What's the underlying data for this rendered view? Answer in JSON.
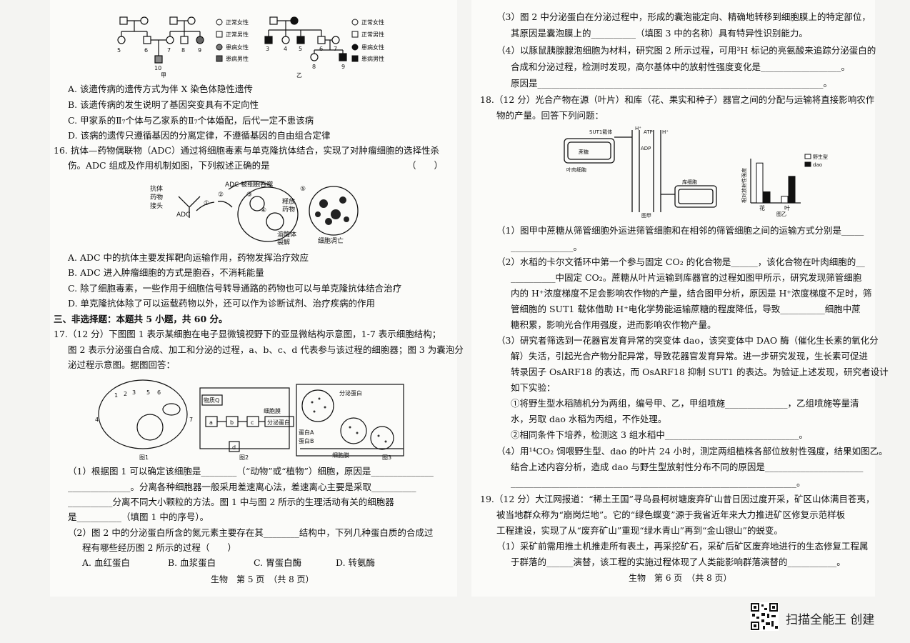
{
  "left": {
    "pedigree": {
      "legend_jia": [
        "正常女性",
        "正常男性",
        "患病女性",
        "患病男性"
      ],
      "legend_yi": [
        "正常女性",
        "正常男性",
        "患病女性",
        "患病男性"
      ],
      "caption_jia": "甲",
      "caption_yi": "乙",
      "numbers_jia": [
        "5",
        "6",
        "7",
        "8",
        "9",
        "10"
      ],
      "numbers_yi": [
        "3",
        "4",
        "5",
        "6",
        "7",
        "8",
        "9"
      ]
    },
    "q15_options": [
      "A. 该遗传病的遗传方式为伴 X 染色体隐性遗传",
      "B. 该遗传病的发生说明了基因突变具有不定向性",
      "C. 甲家系的Ⅱ₇个体与乙家系的Ⅱ₇个体婚配，后代一定不患该病",
      "D. 该病的遗传只遵循基因的分离定律，不遵循基因的自由组合定律"
    ],
    "q16_stem_1": "16. 抗体—药物偶联物（ADC）通过将细胞毒素与单克隆抗体结合，实现了对肿瘤细胞的选择性杀",
    "q16_stem_2": "伤。ADC 组成及作用机制如图，下列叙述正确的是",
    "q16_bracket": "（　　）",
    "adc_labels": {
      "antibody": "抗体",
      "drug": "药物",
      "linker": "接头",
      "adc": "ADC",
      "engulf": "ADC 被细胞吞噬",
      "release_1": "释放",
      "release_2": "药物",
      "lysosome_1": "溶酶体",
      "lysosome_2": "裂解",
      "apoptosis": "细胞凋亡",
      "step1": "①",
      "step2": "②",
      "step3": "③",
      "step4": "④",
      "step5": "⑤"
    },
    "q16_options": [
      "A. ADC 中的抗体主要发挥靶向运输作用，药物发挥治疗效应",
      "B. ADC 进入肿瘤细胞的方式是胞吞，不消耗能量",
      "C. 除了细胞毒素，一些作用于细胞信号转导通路的药物也可以与单克隆抗体结合治疗",
      "D. 单克隆抗体除了可以运载药物以外，还可以作为诊断试剂、治疗疾病的作用"
    ],
    "section3": "三、非选择题：本题共 5 小题，共 60 分。",
    "q17_stem": [
      "17.（12 分）下图图 1 表示某细胞在电子显微镜视野下的亚显微结构示意图，1-7 表示细胞结构；",
      "图 2 表示分泌蛋白合成、加工和分泌的过程，a、b、c、d 代表参与该过程的细胞器；图 3 为囊泡分",
      "泌过程示意图。据图回答："
    ],
    "fig17": {
      "cap1": "图1",
      "cap2": "图2",
      "cap3": "图3",
      "nums": [
        "1",
        "2",
        "3",
        "4",
        "5",
        "6",
        "7"
      ],
      "matterQ": "物质Q",
      "boxes": [
        "a",
        "b",
        "c",
        "d"
      ],
      "membrane": "细胞膜",
      "secreted": "分泌蛋白",
      "vesicle_protein_a": "蛋白A",
      "vesicle_protein_b": "蛋白B",
      "cell_membrane": "细胞膜"
    },
    "q17_1": [
      "（1）根据图 1 可以确定该细胞是________（“动物”或“植物”）细胞，原因是______________",
      "______________。分离各种细胞器一般采用差速离心法，差速离心主要是采取__________",
      "__________分离不同大小颗粒的方法。图 1 中与图 2 所示的生理活动有关的细胞器",
      "是__________（填图 1 中的序号）。"
    ],
    "q17_2": [
      "（2）图 2 中的分泌蛋白所含的氮元素主要存在其________结构中，下列几种蛋白质的合成过",
      "程有哪些经历图 2 所示的过程（　　）"
    ],
    "q17_2_options": [
      "A. 血红蛋白",
      "B. 血浆蛋白",
      "C. 胃蛋白酶",
      "D. 转氨酶"
    ],
    "footer": "生物　第 5 页　（共 8 页）"
  },
  "right": {
    "q17_3": [
      "（3）图 2 中分泌蛋白在分泌过程中，形成的囊泡能定向、精确地转移到细胞膜上的特定部位，",
      "其原因是囊泡膜上的__________（填图 3 中的名称）具有特异性识别能力。"
    ],
    "q17_4": [
      "（4）以豚鼠胰腺腺泡细胞为材料，研究图 2 所示过程，可用³H 标记的亮氨酸来追踪分泌蛋白的",
      "合成和分泌过程，检测时发现，高尔基体中的放射性强度变化是__________________。",
      "原因是________________________________________________________________。"
    ],
    "q18_stem": [
      "18.（12 分）光合产物在源（叶片）和库（花、果实和种子）器官之间的分配与运输将直接影响农作",
      "物的产量。回答下列问题："
    ],
    "fig18": {
      "sut1": "SUT1载体",
      "sucrose": "蔗糖",
      "mesophyll": "叶肉细胞",
      "atp": "ATP",
      "adp": "ADP",
      "h": "H⁺",
      "sink": "库细胞",
      "cap_jia": "图甲",
      "cap_yi": "图乙",
      "ylabel": "相对放射性强度",
      "legend": [
        "野生型",
        "dao"
      ],
      "cats": [
        "花",
        "叶"
      ]
    },
    "chart_data": {
      "type": "bar",
      "categories": [
        "花",
        "叶"
      ],
      "series": [
        {
          "name": "野生型",
          "values": [
            0.9,
            0.15
          ]
        },
        {
          "name": "dao",
          "values": [
            0.25,
            0.6
          ]
        }
      ],
      "ylabel": "相对放射性强度",
      "xlabel": "",
      "title": ""
    },
    "q18_1": [
      "（1）图甲中蔗糖从筛管细胞外运进筛管细胞和在相邻的筛管细胞之间的运输方式分别是_____",
      "______________。"
    ],
    "q18_2": [
      "（2）水稻的卡尔文循环中第一个参与固定 CO₂ 的化合物是______，该化合物在叶肉细胞的__",
      "__________中固定 CO₂。蔗糖从叶片运输到库器官的过程如图甲所示，研究发现筛管细胞",
      "内的 H⁺浓度梯度不足会影响农作物的产量，结合图甲分析，原因是 H⁺浓度梯度不足时，筛",
      "管细胞的 SUT1 载体借助 H⁺电化学势能运输蔗糖的程度降低，导致__________细胞中蔗",
      "糖积累，影响光合作用强度，进而影响农作物产量。"
    ],
    "q18_3": [
      "（3）研究者筛选到一花器官发育异常的突变体 dao，该突变体中 DAO 酶（催化生长素的氧化分",
      "解）失活，引起光合产物分配异常，导致花器官发育异常。进一步研究发现，生长素可促进",
      "转录因子 OsARF18 的表达，而 OsARF18 抑制 SUT1 的表达。为验证上述发现，研究者设计",
      "如下实验：",
      "①将野生型水稻随机分为两组，编号甲、乙，甲组喷施______________，乙组喷施等量清",
      "水，另取 dao 水稻为丙组，不作处理。",
      "②相同条件下培养，检测这 3 组水稻中______________________________。"
    ],
    "q18_4": [
      "（4）用¹⁴CO₂ 饲喂野生型、dao 的叶片 24 小时，测定两组植株各部位放射性强度，结果如图乙。",
      "结合上述内容分析，造成 dao 与野生型放射性分布不同的原因是______________________",
      "________________________________________________________________。"
    ],
    "q19": [
      "19.（12 分）大江网报道：“稀土王国”寻乌县柯树塘废弃矿山昔日因过度开采，矿区山体满目苍夷，",
      "被当地群众称为“崩岗烂地”。它的“绿色蝶变”源于我省近年来大力推进矿区修复示范样板",
      "工程建设，实现了从“废弃矿山”重现“绿水青山”再到“金山银山”的蜕变。",
      "（1）采矿前需用推土机推走所有表土，再采挖矿石，采矿后矿区废弃地进行的生态修复工程属",
      "于群落的______演替，该工程的实施过程体现了人类能影响群落演替的___________。"
    ],
    "footer": "生物　第 6 页　（共 8 页）"
  },
  "scanner": {
    "label": "扫描全能王 创建",
    "icon": "qr-code-icon"
  }
}
